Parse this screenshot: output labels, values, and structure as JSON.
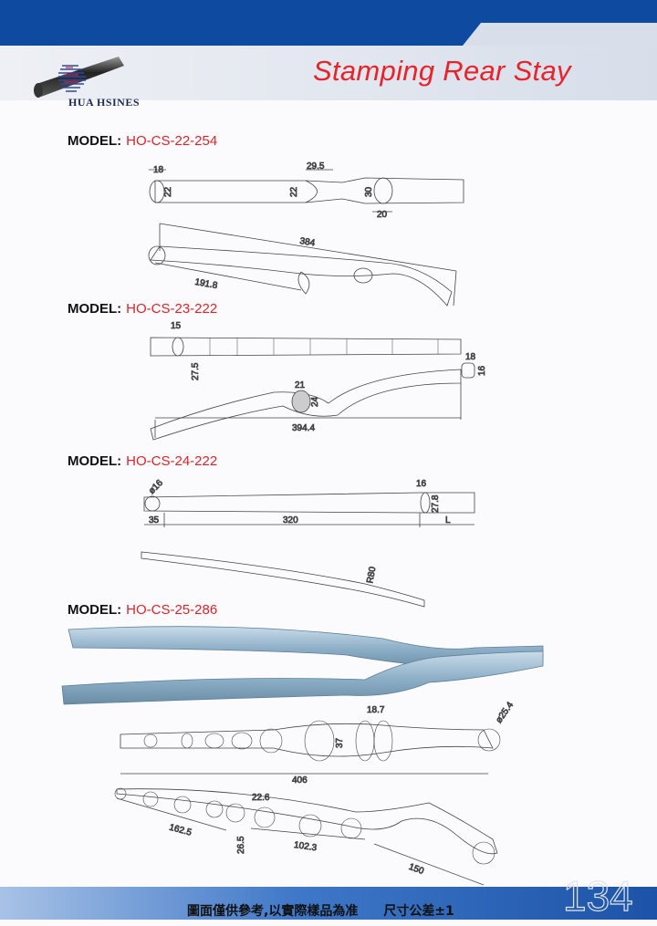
{
  "header": {
    "brand": "HUA HSINES",
    "title": "Stamping Rear Stay"
  },
  "colors": {
    "header_blue": "#0e4aa0",
    "title_red": "#e8232a",
    "band_grey": "#dfe4ee"
  },
  "models": [
    {
      "label": "MODEL:",
      "code": "HO-CS-22-254",
      "dims": [
        "18",
        "22",
        "29.5",
        "22",
        "30",
        "20",
        "384",
        "191.8"
      ]
    },
    {
      "label": "MODEL:",
      "code": "HO-CS-23-222",
      "dims": [
        "15",
        "27.5",
        "18",
        "16",
        "21",
        "24",
        "394.4"
      ]
    },
    {
      "label": "MODEL:",
      "code": "HO-CS-24-222",
      "dims": [
        "ø16",
        "16",
        "27.8",
        "35",
        "320",
        "L",
        "R80"
      ]
    },
    {
      "label": "MODEL:",
      "code": "HO-CS-25-286",
      "dims": [
        "18.7",
        "37",
        "ø25.4",
        "406",
        "22.6",
        "162.5",
        "26.5",
        "102.3",
        "150"
      ]
    }
  ],
  "footer": {
    "note": "圖面僅供參考,以實際樣品為准　　尺寸公差±1",
    "page_number": "134"
  }
}
